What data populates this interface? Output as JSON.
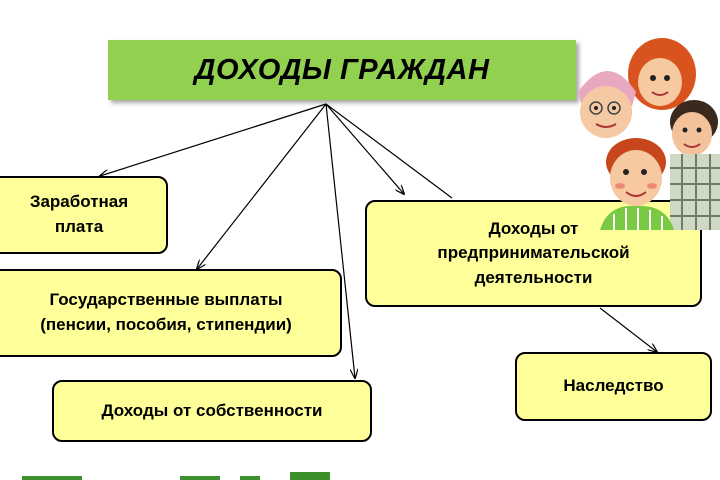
{
  "title": "ДОХОДЫ ГРАЖДАН",
  "nodes": {
    "wage": "Заработная\nплата",
    "government": "Государственные выплаты\n(пенсии, пособия, стипендии)",
    "property": "Доходы от собственности",
    "business": "Доходы от\nпредпринимательской\nдеятельности",
    "inheritance": "Наследство"
  },
  "illustration": {
    "icon": "family-cartoon-icon"
  },
  "colors": {
    "title_bg": "#92d050",
    "node_bg": "#ffff99",
    "border": "#000000"
  }
}
